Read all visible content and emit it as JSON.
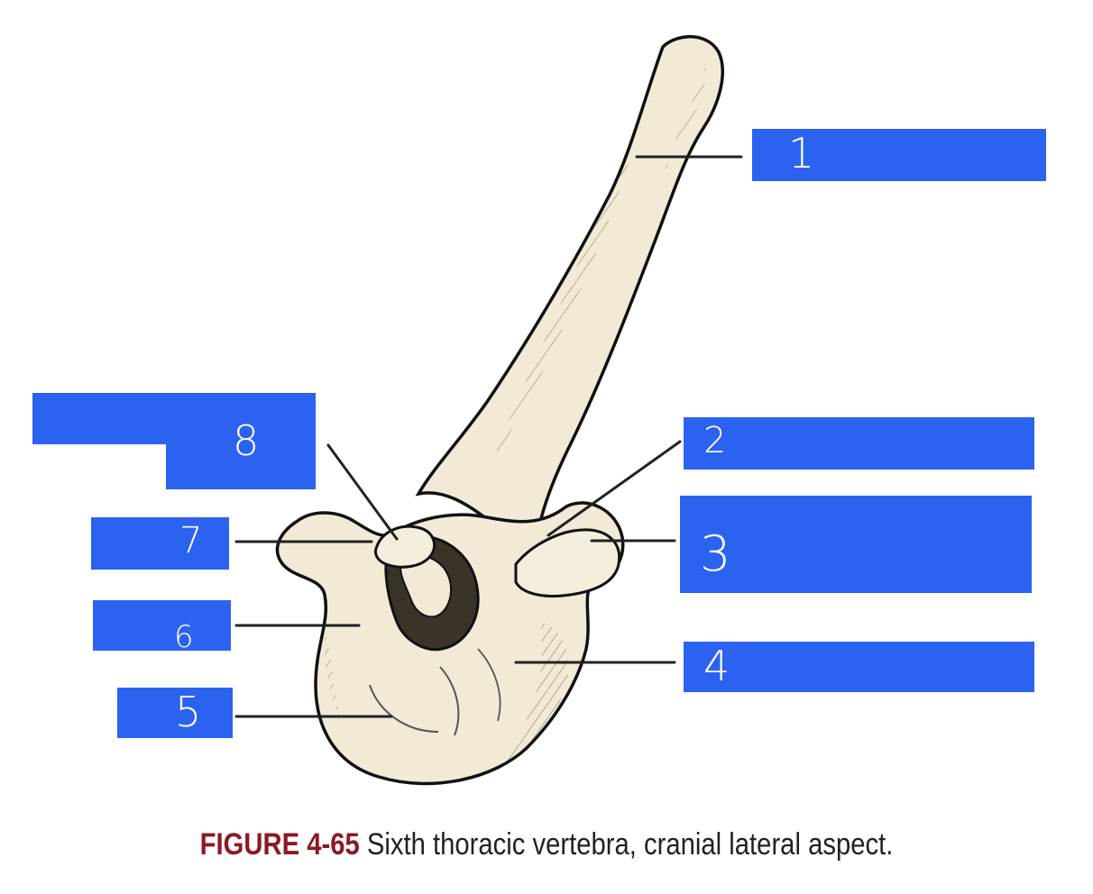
{
  "caption": {
    "figure_number": "FIGURE 4-65",
    "text": "Sixth thoracic vertebra, cranial lateral aspect."
  },
  "labels": [
    "1",
    "2",
    "3",
    "4",
    "5",
    "6",
    "7",
    "8"
  ],
  "colors": {
    "label_box": "#2b62f0",
    "label_text": "#ffffff",
    "bone_fill": "#f1ead6",
    "bone_shadow": "#d9cdb0",
    "outline": "#111111",
    "leader_line": "#222222",
    "figure_number": "#8b1a23",
    "caption_text": "#222222"
  }
}
